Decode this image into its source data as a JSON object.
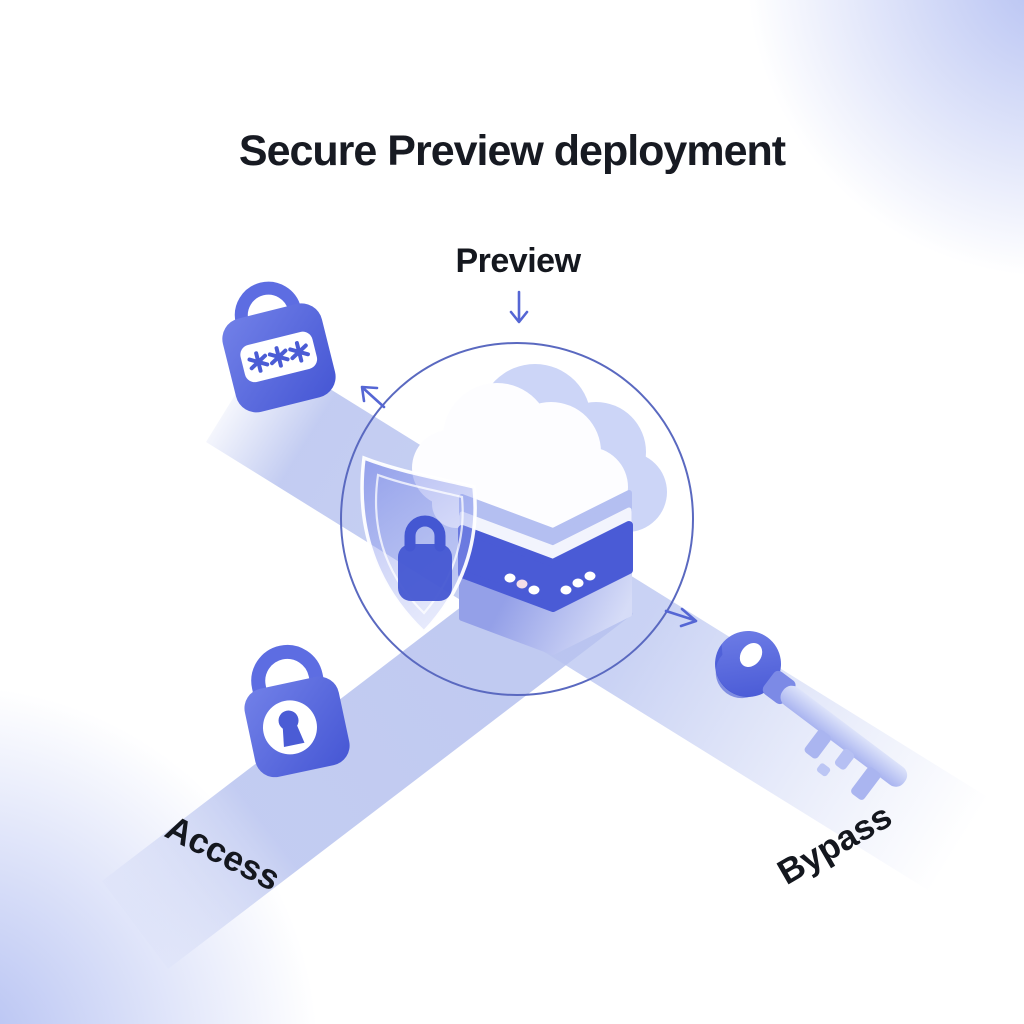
{
  "title": "Secure Preview deployment",
  "labels": {
    "preview": "Preview",
    "access": "Access",
    "bypass": "Bypass"
  },
  "icons": [
    {
      "name": "password-lock-icon",
      "position": "top-left"
    },
    {
      "name": "cloud-server-icon",
      "position": "center"
    },
    {
      "name": "shield-lock-icon",
      "position": "center"
    },
    {
      "name": "padlock-icon",
      "position": "bottom-left"
    },
    {
      "name": "key-icon",
      "position": "bottom-right"
    },
    {
      "name": "arrow-down-icon",
      "position": "below preview label"
    },
    {
      "name": "arrow-up-left-icon",
      "position": "circle edge toward password lock"
    },
    {
      "name": "arrow-right-icon",
      "position": "circle edge toward key"
    }
  ],
  "colors": {
    "accent_blue": "#5566dd",
    "dark_blue": "#4457d2",
    "band_blue": "#b8c3ef",
    "circle_stroke": "#5a69c0",
    "cloud_shadow": "#ccd5f7",
    "text": "#171a22",
    "background": "#ffffff"
  }
}
